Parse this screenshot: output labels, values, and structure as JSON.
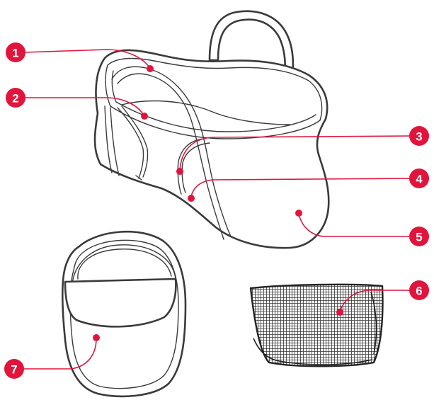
{
  "colors": {
    "accent": "#e1143c",
    "line": "#3a3a3a",
    "background": "#ffffff"
  },
  "callouts": [
    {
      "label": "1"
    },
    {
      "label": "2"
    },
    {
      "label": "3"
    },
    {
      "label": "4"
    },
    {
      "label": "5"
    },
    {
      "label": "6"
    },
    {
      "label": "7"
    }
  ]
}
